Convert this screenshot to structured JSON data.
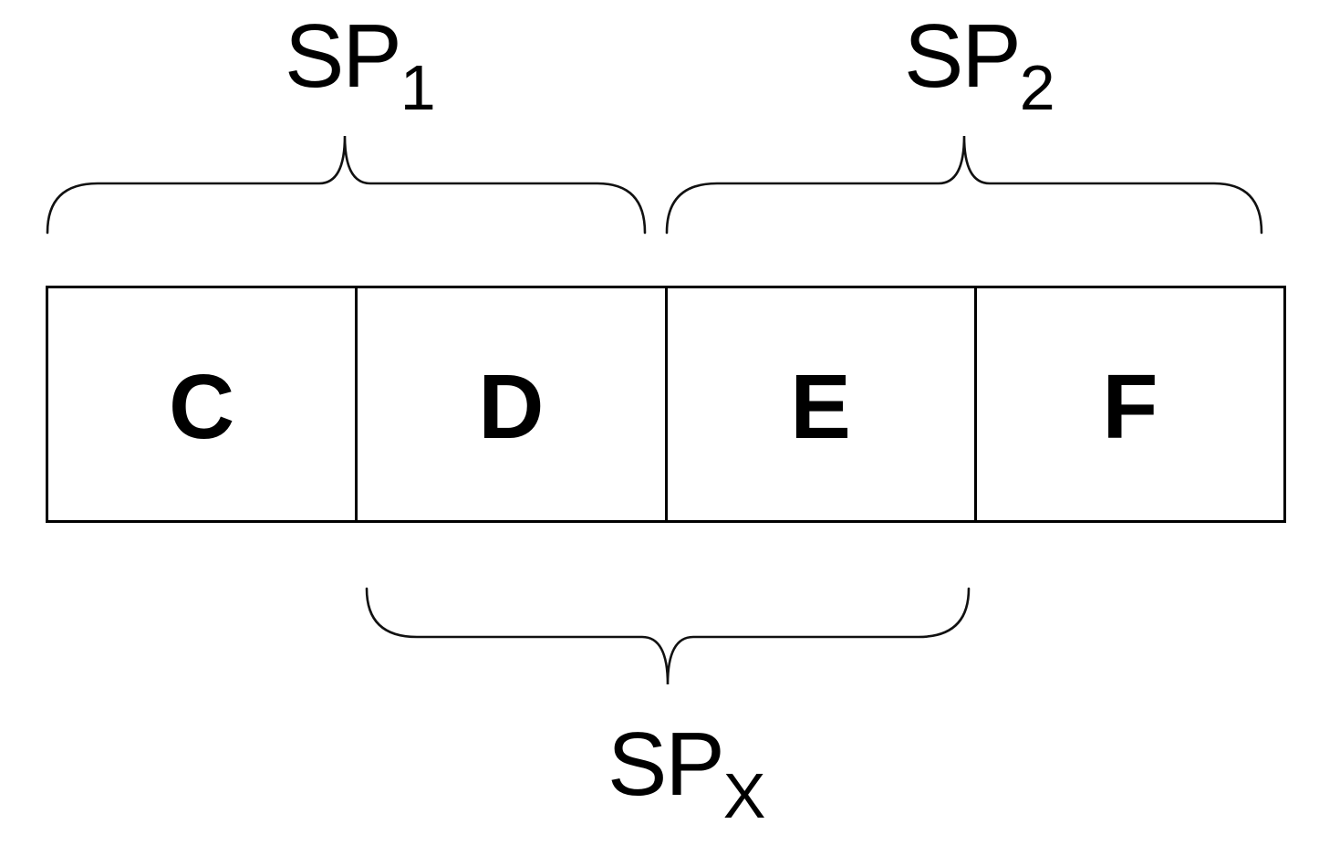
{
  "colors": {
    "background": "#ffffff",
    "stroke": "#000000",
    "text": "#000000"
  },
  "cells": [
    {
      "label": "C"
    },
    {
      "label": "D"
    },
    {
      "label": "E"
    },
    {
      "label": "F"
    }
  ],
  "braces": {
    "sp1": {
      "base": "SP",
      "sub": "1",
      "position": "top",
      "covers": [
        "C",
        "D"
      ]
    },
    "sp2": {
      "base": "SP",
      "sub": "2",
      "position": "top",
      "covers": [
        "E",
        "F"
      ]
    },
    "spx": {
      "base": "SP",
      "sub": "X",
      "position": "bottom",
      "covers": [
        "D",
        "E"
      ]
    }
  }
}
